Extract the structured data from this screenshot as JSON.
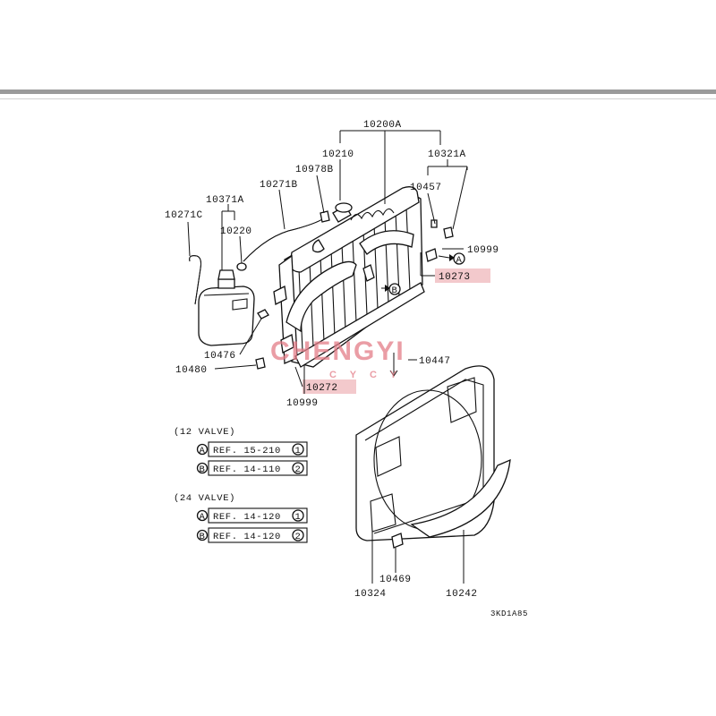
{
  "parts": {
    "p10200A": "10200A",
    "p10210": "10210",
    "p10321A": "10321A",
    "p10978B": "10978B",
    "p10271B": "10271B",
    "p10457": "10457",
    "p10371A": "10371A",
    "p10271C": "10271C",
    "p10220": "10220",
    "p10999_top": "10999",
    "p10273": "10273",
    "p10476": "10476",
    "p10480": "10480",
    "p10447": "10447",
    "p10272": "10272",
    "p10999_bottom": "10999",
    "p10469": "10469",
    "p10324": "10324",
    "p10242": "10242"
  },
  "callouts": {
    "a": "A",
    "b": "B"
  },
  "references": {
    "valve12_title": "(12 VALVE)",
    "valve12_a": "REF. 15-210",
    "valve12_a_num": "1",
    "valve12_b": "REF. 14-110",
    "valve12_b_num": "2",
    "valve24_title": "(24 VALVE)",
    "valve24_a": "REF. 14-120",
    "valve24_a_num": "1",
    "valve24_b": "REF. 14-120",
    "valve24_b_num": "2"
  },
  "diagram_code": "3KD1A85",
  "watermark": {
    "main": "CHENGYI",
    "sub": "C Y C Y"
  },
  "colors": {
    "highlight": "#f3c9cc",
    "watermark": "#e37d88",
    "band": "#9a9a9a"
  }
}
